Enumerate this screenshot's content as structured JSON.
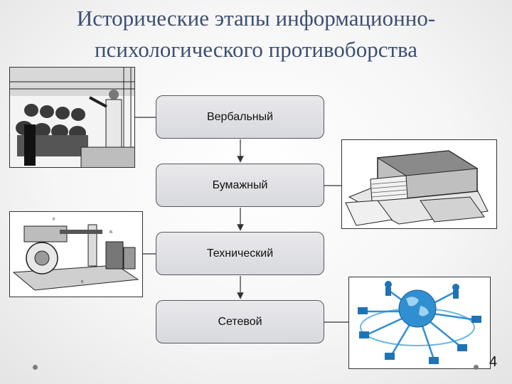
{
  "title": {
    "line1": "Исторические этапы информационно-",
    "line2": "психологического противоборства"
  },
  "stages": [
    "Вербальный",
    "Бумажный",
    "Технический",
    "Сетевой"
  ],
  "images": {
    "verbal": "orator-engraving-image",
    "paper": "old-books-image",
    "technical": "telegraph-apparatus-image",
    "network": "global-network-image"
  },
  "page_number": "4",
  "colors": {
    "title": "#3d4f72",
    "box_fill": "#dedfe3",
    "network_blue": "#2f8fd0"
  }
}
